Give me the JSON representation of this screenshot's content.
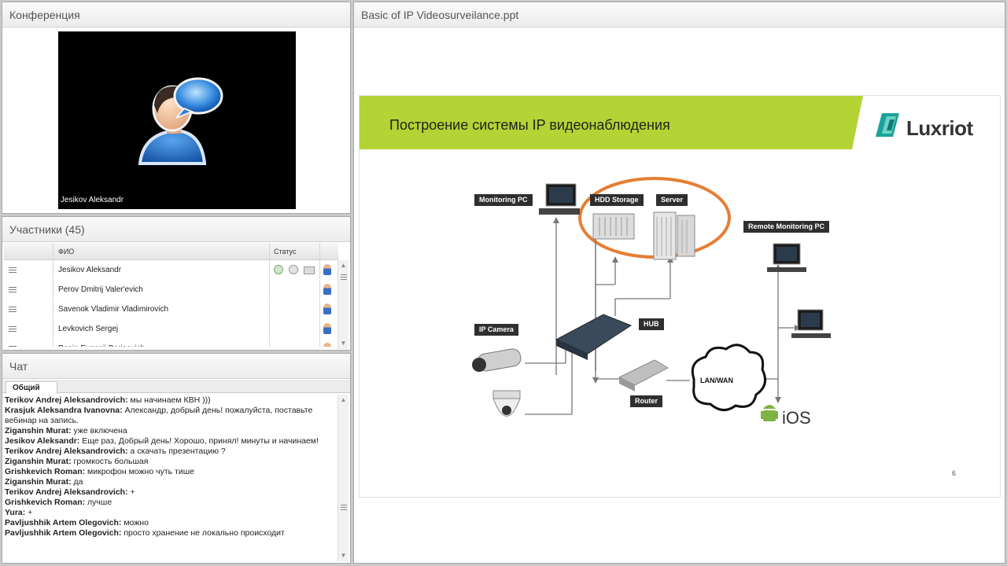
{
  "conference": {
    "title": "Конференция",
    "speaker": "Jesikov Aleksandr"
  },
  "participants": {
    "title": "Участники (45)",
    "columns": {
      "name": "ФИО",
      "status": "Статус"
    },
    "rows": [
      {
        "name": "Jesikov Aleksandr"
      },
      {
        "name": "Perov Dmitrij Valer'evich"
      },
      {
        "name": "Savenok Vladimir Vladimirovich"
      },
      {
        "name": "Levkovich Sergej"
      },
      {
        "name": "Panin Evgenij Borisovich"
      }
    ]
  },
  "chat": {
    "title": "Чат",
    "tab": "Общий",
    "messages": [
      {
        "author": "Terikov Andrej Aleksandrovich:",
        "text": " мы начинаем КВН )))"
      },
      {
        "author": "Krasjuk Aleksandra Ivanovna:",
        "text": " Александр, добрый день! пожалуйста, поставьте вебинар на запись."
      },
      {
        "author": "Ziganshin Murat:",
        "text": " уже включена"
      },
      {
        "author": "Jesikov Aleksandr:",
        "text": " Еще раз, Добрый день! Хорошо, принял!  минуты и начинаем!"
      },
      {
        "author": "Terikov Andrej Aleksandrovich:",
        "text": " а скачать презентацию ?"
      },
      {
        "author": "Ziganshin Murat:",
        "text": " громкость большая"
      },
      {
        "author": "Grishkevich Roman:",
        "text": " микрофон можно чуть тише"
      },
      {
        "author": "Ziganshin Murat:",
        "text": " да"
      },
      {
        "author": "Terikov Andrej Aleksandrovich:",
        "text": " +"
      },
      {
        "author": "Grishkevich Roman:",
        "text": " лучше"
      },
      {
        "author": "Yura:",
        "text": " +"
      },
      {
        "author": "Pavljushhik Artem Olegovich:",
        "text": " можно"
      },
      {
        "author": "Pavljushhik Artem Olegovich:",
        "text": " просто хранение не локально происходит"
      }
    ]
  },
  "presentation": {
    "title": "Basic of IP Videosurveilance.ppt",
    "slide": {
      "heading": "Построение системы IP видеонаблюдения",
      "logo": "Luxriot",
      "page": "6",
      "labels": {
        "monitoring_pc": "Monitoring PC",
        "hdd_storage": "HDD Storage",
        "server": "Server",
        "remote_pc": "Remote Monitoring PC",
        "ip_camera": "IP Camera",
        "hub": "HUB",
        "router": "Router",
        "lan_wan": "LAN/WAN",
        "ios": "iOS"
      }
    }
  },
  "colors": {
    "accent_green": "#b4d334",
    "ellipse_orange": "#e57e33",
    "panel_title_text": "#555555",
    "logo_teal": "#1aa39a"
  }
}
